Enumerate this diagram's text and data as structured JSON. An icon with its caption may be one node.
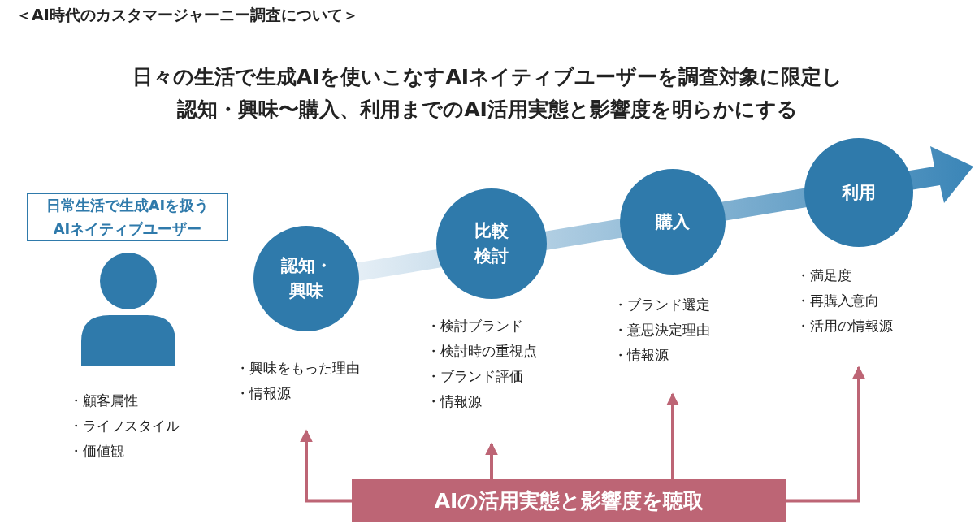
{
  "diagram": {
    "title": "＜AI時代のカスタマージャーニー調査について＞",
    "nodes": [
      {
        "text": [
          "日常生活で生成AIを扱うAIネイティブユーザー"
        ]
      },
      {
        "text": [
          "認知・興味"
        ],
        "beside": [
          "・興味をもった理由",
          "・情報源"
        ]
      },
      {
        "text": [
          "比較検討"
        ],
        "beside": [
          "・検討ブランド",
          "・検討時の重視点",
          "・ブランド評価",
          "・情報源"
        ]
      },
      {
        "text": [
          "購入"
        ],
        "beside": [
          "・ブランド選定",
          "・意思決定理由",
          "・情報源"
        ]
      },
      {
        "text": [
          "利用"
        ],
        "beside": [
          "・満足度",
          "・再購入意向",
          "・活用の情報源"
        ]
      },
      {
        "text": [
          "AIの活用実態と影響度を聴取"
        ]
      }
    ],
    "edges": [
      {
        "from": 5,
        "to": 1,
        "arrow": "to"
      },
      {
        "from": 5,
        "to": 2,
        "arrow": "to"
      },
      {
        "from": 5,
        "to": 3,
        "arrow": "to"
      },
      {
        "from": 5,
        "to": 4,
        "arrow": "to"
      }
    ],
    "labels": [
      "日々の生活で生成AIを使いこなすAIネイティブユーザーを調査対象に限定し",
      "認知・興味〜購入、利用までのAI活用実態と影響度を明らかにする",
      "・顧客属性",
      "・ライフスタイル",
      "・価値観"
    ]
  }
}
